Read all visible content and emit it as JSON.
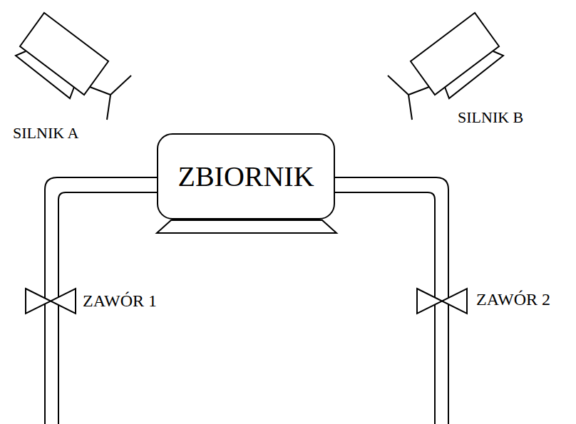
{
  "diagram": {
    "nodes": [
      {
        "text": [
          "ZBIORNIK"
        ]
      }
    ],
    "labels": [
      "SILNIK A",
      "SILNIK B",
      "ZAWÓR 1",
      "ZAWÓR 2"
    ]
  }
}
